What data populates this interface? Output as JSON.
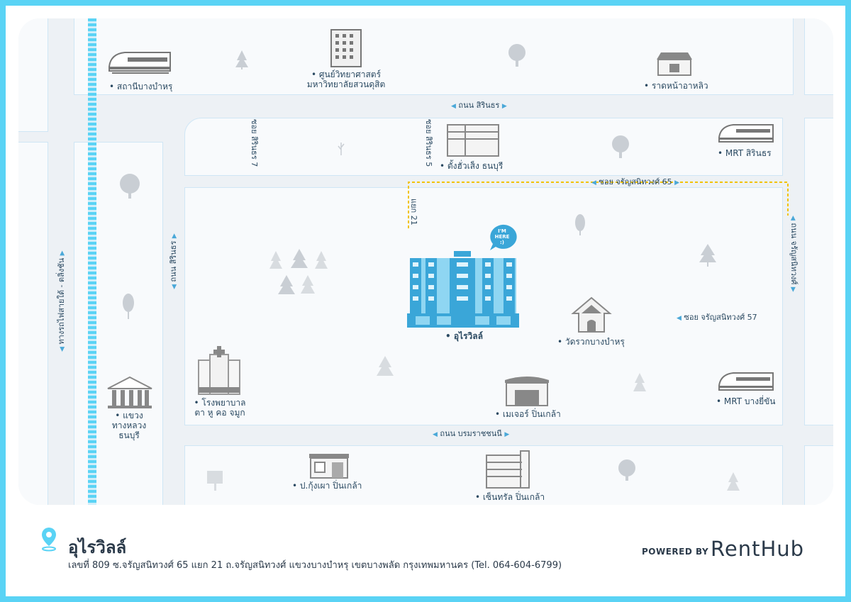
{
  "places": {
    "bang_bamru_station": "• สถานีบางบำหรุ",
    "science_center": "• ศูนย์วิทยาศาสตร์",
    "science_center_2": "มหาวิทยาลัยสวนดุสิต",
    "rad_na": "• ราดหน้าอาหลิว",
    "tang_hua_seng": "• ตั้งฮั่วเส็ง ธนบุรี",
    "mrt_sirindhorn": "• MRT สิรินธร",
    "home": "• อุไรวิลล์",
    "wat": "• วัดรวกบางบำหรุ",
    "hospital": "• โรงพยาบาล",
    "hospital_2": "ตา หู คอ จมูก",
    "highway": "• แขวง",
    "highway_2": "ทางหลวง",
    "highway_3": "ธนบุรี",
    "major": "• เมเจอร์ ปิ่นเกล้า",
    "mrt_bang_yi_khan": "• MRT บางยี่ขัน",
    "kung_pao": "• ป.กุ้งเผา ปิ่นเกล้า",
    "central": "• เซ็นทรัล ปิ่นเกล้า"
  },
  "roads": {
    "sirindhorn_top": "ถนน สิรินธร",
    "soi_sirindhorn_7": "ซอย สิรินธร 7",
    "soi_sirindhorn_5": "ซอย สิรินธร 5",
    "soi_charan_65": "ซอย จรัญสนิทวงศ์ 65",
    "yaek_21": "แยก 21",
    "charan_right": "ถนน จรัญสนิทวงศ์",
    "sirindhorn_left": "ถนน สิรินธร",
    "soi_charan_57": "ซอย จรัญสนิทวงศ์ 57",
    "borommaratchachonnani": "ถนน บรมราชชนนี",
    "railway": "ทางรถไฟสายใต้ - ตลิ่งชัน"
  },
  "marker": {
    "line1": "I'M",
    "line2": "HERE",
    "line3": ":)"
  },
  "footer": {
    "title": "อุไรวิลล์",
    "address": "เลขที่ 809 ซ.จรัญสนิทวงศ์ 65 แยก 21 ถ.จรัญสนิทวงศ์ แขวงบางบำหรุ เขตบางพลัด กรุงเทพมหานคร (Tel. 064-604-6799)",
    "powered_by": "POWERED BY",
    "brand": "RentHub"
  },
  "colors": {
    "accent": "#5ad3f5",
    "route": "#f2c200",
    "text": "#2b4a62",
    "building": "#3aa6d8"
  },
  "icons": [
    "train-icon",
    "office-building-icon",
    "shop-icon",
    "tree-icon",
    "hospital-icon",
    "government-building-icon",
    "temple-icon",
    "mall-icon",
    "location-pin-icon",
    "im-here-marker-icon"
  ]
}
